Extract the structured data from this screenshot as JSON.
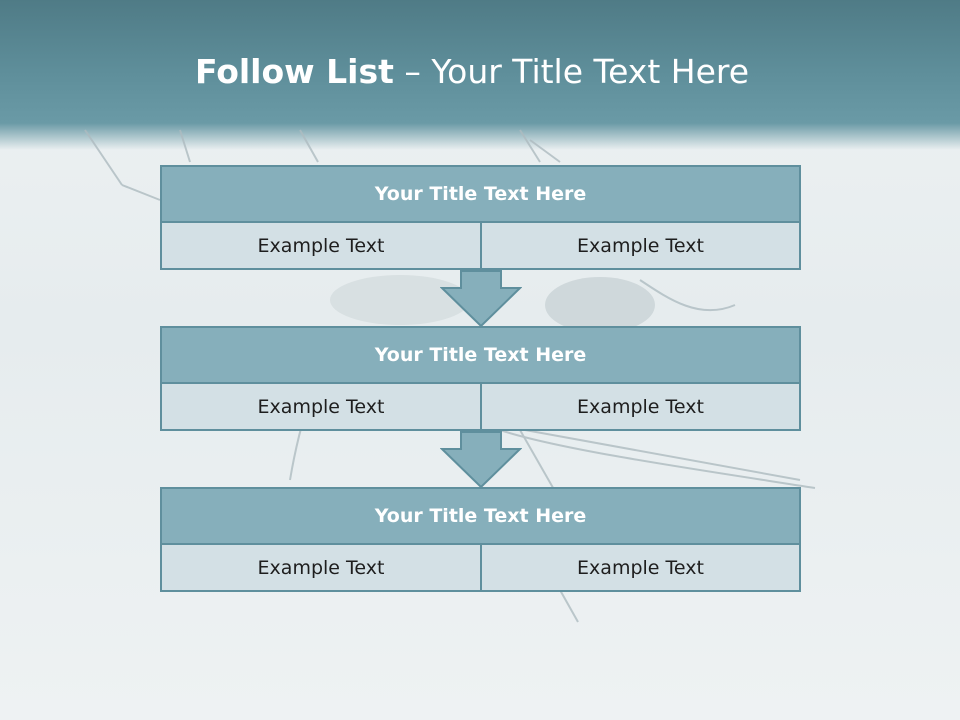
{
  "slide": {
    "title_bold": "Follow List",
    "title_rest": " – Your Title Text Here"
  },
  "list": {
    "items": [
      {
        "title": "Your Title Text Here",
        "left": "Example Text",
        "right": "Example Text"
      },
      {
        "title": "Your Title Text Here",
        "left": "Example Text",
        "right": "Example Text"
      },
      {
        "title": "Your Title Text Here",
        "left": "Example Text",
        "right": "Example Text"
      }
    ]
  },
  "colors": {
    "header": "#5f8f9b",
    "box_head": "#86afbb",
    "box_cell": "#d3e0e5",
    "border": "#5f8f9d"
  }
}
